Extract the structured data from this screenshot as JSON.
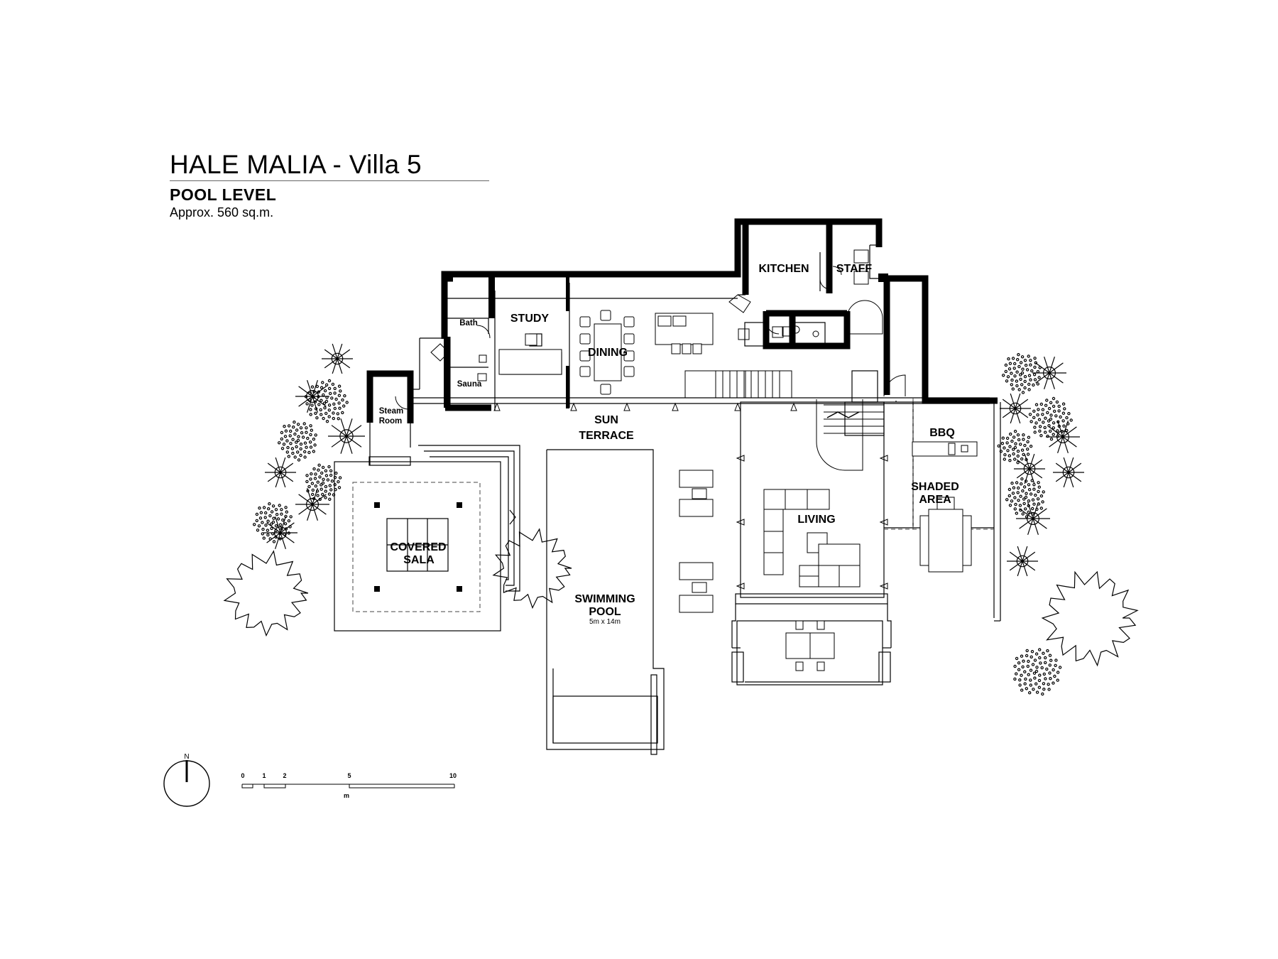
{
  "header": {
    "title": "HALE MALIA - Villa 5",
    "level": "POOL LEVEL",
    "area": "Approx. 560 sq.m."
  },
  "rooms": {
    "kitchen": "KITCHEN",
    "staff": "STAFF",
    "bath": "Bath",
    "study": "STUDY",
    "dining": "DINING",
    "sauna": "Sauna",
    "steam_line1": "Steam",
    "steam_line2": "Room",
    "sun_line1": "SUN",
    "sun_line2": "TERRACE",
    "bbq": "BBQ",
    "shaded_line1": "SHADED",
    "shaded_line2": "AREA",
    "living": "LIVING",
    "sala_line1": "COVERED",
    "sala_line2": "SALA",
    "pool_line1": "SWIMMING",
    "pool_line2": "POOL",
    "pool_size": "5m x 14m"
  },
  "north_label": "N",
  "scale": {
    "ticks": [
      "0",
      "1",
      "2",
      "5",
      "10"
    ],
    "unit": "m"
  }
}
